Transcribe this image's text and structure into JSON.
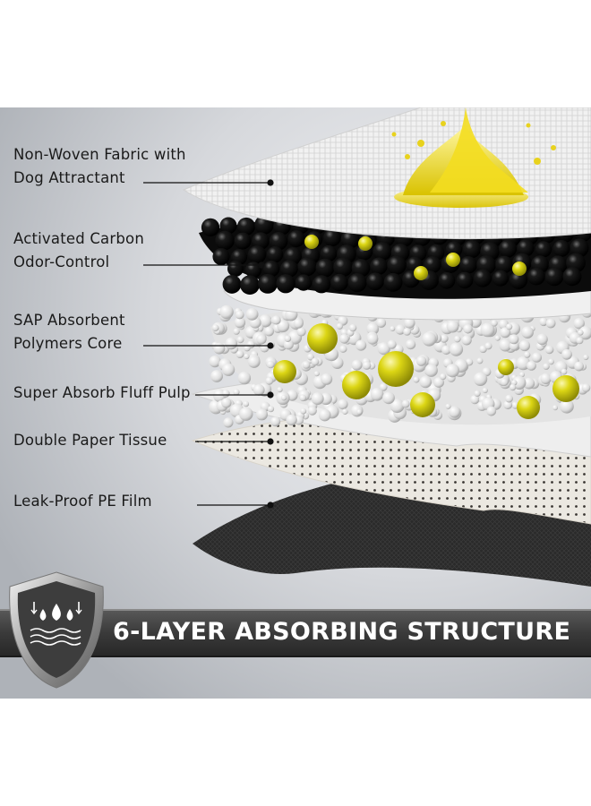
{
  "layers": [
    {
      "line1": "Non-Woven Fabric with",
      "line2": "Dog Attractant"
    },
    {
      "line1": "Activated Carbon",
      "line2": "Odor-Control"
    },
    {
      "line1": "SAP Absorbent",
      "line2": "Polymers Core"
    },
    {
      "line1": "Super Absorb Fluff Pulp",
      "line2": ""
    },
    {
      "line1": "Double Paper Tissue",
      "line2": ""
    },
    {
      "line1": "Leak-Proof PE Film",
      "line2": ""
    }
  ],
  "banner": {
    "title": "6-LAYER ABSORBING STRUCTURE"
  },
  "shield": {
    "icon": "water-absorption-shield-icon"
  },
  "colors": {
    "background": "#c9ccd1",
    "banner": "#3a3a3a",
    "accent_yellow": "#d8d213",
    "carbon": "#0b0b0b"
  }
}
